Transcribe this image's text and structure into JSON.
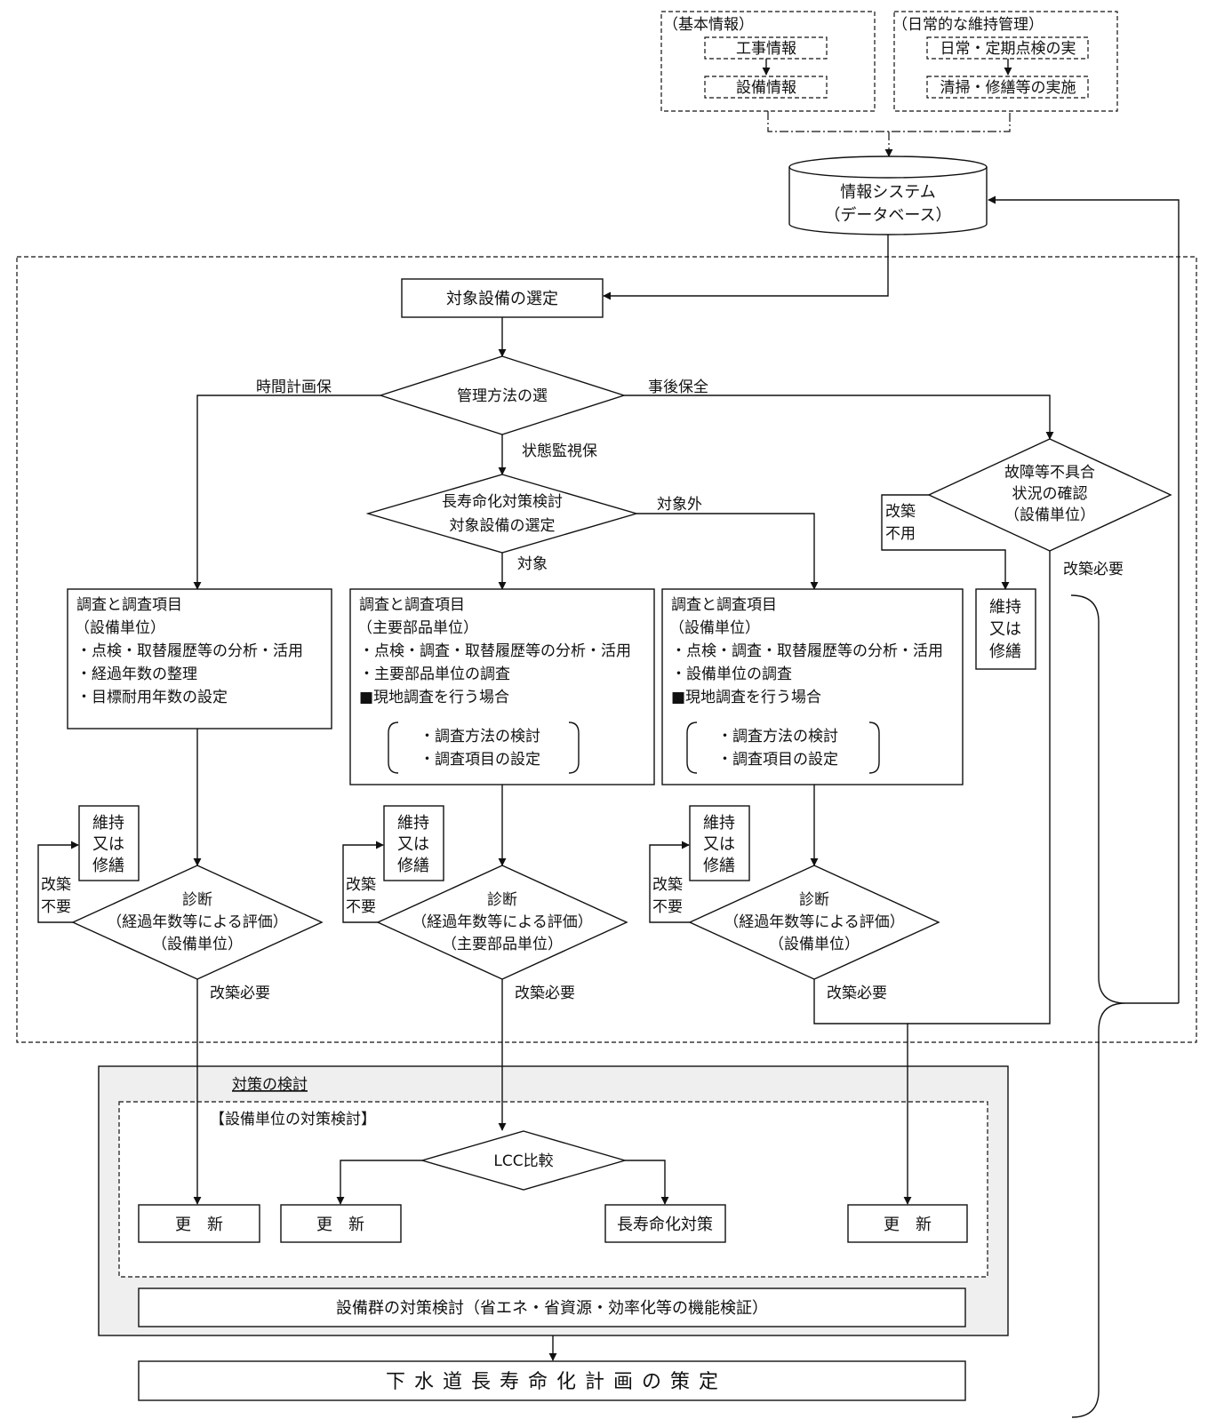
{
  "info_group": {
    "basic_title": "（基本情報）",
    "construction": "工事情報",
    "equipment": "設備情報",
    "daily_title": "（日常的な維持管理）",
    "inspection": "日常・定期点検の実",
    "cleaning": "清掃・修繕等の実施"
  },
  "database": {
    "line1": "情報システム",
    "line2": "（データベース）"
  },
  "select_target": "対象設備の選定",
  "management_method": "管理方法の選",
  "branches": {
    "time_plan": "時間計画保",
    "post_maint": "事後保全",
    "condition": "状態監視保",
    "target": "対象",
    "non_target": "対象外"
  },
  "life_ext_decision": {
    "line1": "長寿命化対策検討",
    "line2": "対象設備の選定"
  },
  "failure_check": {
    "line1": "故障等不具合",
    "line2": "状況の確認",
    "line3": "（設備単位）"
  },
  "failure_labels": {
    "no_rebuild_1": "改築",
    "no_rebuild_2": "不用",
    "need_rebuild": "改築必要"
  },
  "maintain": {
    "line1": "維持",
    "line2": "又は",
    "line3": "修繕"
  },
  "survey_left": {
    "title": "調査と調査項目",
    "unit": "（設備単位）",
    "items": [
      "・点検・取替履歴等の分析・活用",
      "・経過年数の整理",
      "・目標耐用年数の設定"
    ]
  },
  "survey_mid": {
    "title": "調査と調査項目",
    "unit": "（主要部品単位）",
    "items": [
      "・点検・調査・取替履歴等の分析・活用",
      "・主要部品単位の調査",
      "■現地調査を行う場合"
    ],
    "sub": [
      "・調査方法の検討",
      "・調査項目の設定"
    ]
  },
  "survey_right": {
    "title": "調査と調査項目",
    "unit": "（設備単位）",
    "items": [
      "・点検・調査・取替履歴等の分析・活用",
      "・設備単位の調査",
      "■現地調査を行う場合"
    ],
    "sub": [
      "・調査方法の検討",
      "・調査項目の設定"
    ]
  },
  "diagnosis": {
    "title": "診断",
    "method": "（経過年数等による評価）",
    "unit_equipment": "（設備単位）",
    "unit_parts": "（主要部品単位）"
  },
  "diag_labels": {
    "no_rebuild_1": "改築",
    "no_rebuild_2": "不要",
    "need_rebuild": "改築必要"
  },
  "countermeasure": {
    "title": "対策の検討",
    "unit_title": "【設備単位の対策検討】",
    "lcc": "LCC比較",
    "renew": "更　新",
    "life_ext": "長寿命化対策",
    "group": "設備群の対策検討（省エネ・省資源・効率化等の機能検証）"
  },
  "final_plan": "下水道長寿命化計画の策定"
}
